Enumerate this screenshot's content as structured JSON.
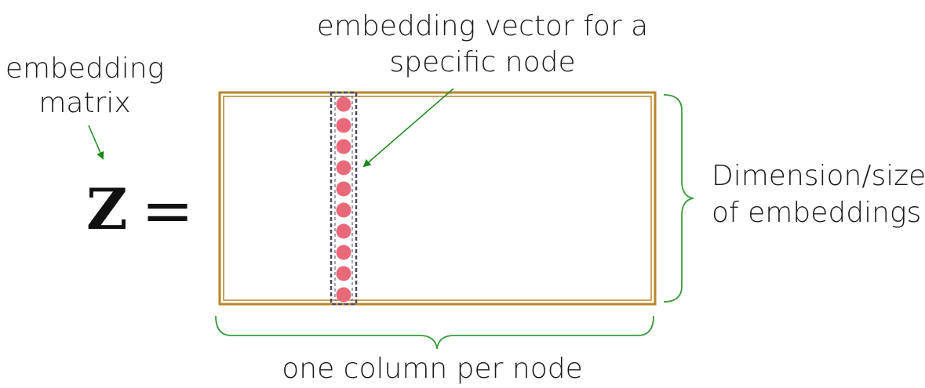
{
  "labels": {
    "embedding_matrix_line1": "embedding",
    "embedding_matrix_line2": "matrix",
    "vector_line1": "embedding vector for a",
    "vector_line2": "specific node",
    "dimension_line1": "Dimension/size",
    "dimension_line2": "of embeddings",
    "column_label": "one column per node",
    "z_symbol": "Z",
    "equals_symbol": "="
  },
  "matrix": {
    "node_count_shown": 10
  },
  "colors": {
    "matrix_border": "#b8862a",
    "node_dot": "#e8697a",
    "column_outline": "#4a4a68",
    "arrow": "#1a8a1a",
    "brace": "#3a9a3a",
    "text": "#1a1a1a"
  }
}
